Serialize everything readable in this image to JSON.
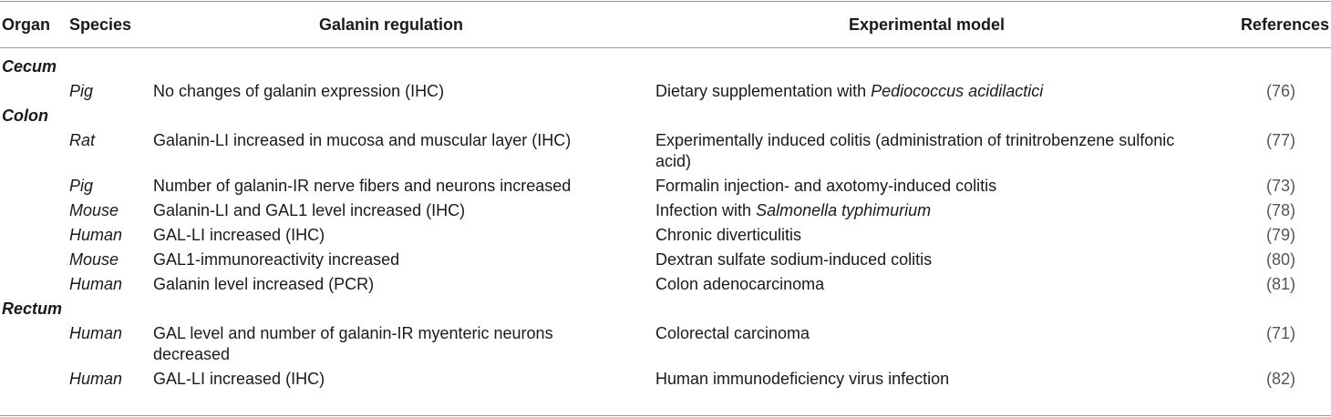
{
  "headers": {
    "organ": "Organ",
    "species": "Species",
    "regulation": "Galanin regulation",
    "model": "Experimental model",
    "references": "References"
  },
  "groups": [
    {
      "organ": "Cecum",
      "rows": [
        {
          "species": "Pig",
          "regulation": [
            "No changes of galanin expression (IHC)"
          ],
          "model": [
            [
              {
                "t": "Dietary supplementation with "
              },
              {
                "t": "Pediococcus acidilactici",
                "i": true
              }
            ]
          ],
          "ref": "(76)"
        }
      ]
    },
    {
      "organ": "Colon",
      "rows": [
        {
          "species": "Rat",
          "regulation": [
            "Galanin-LI increased in mucosa and muscular layer (IHC)"
          ],
          "model": [
            [
              {
                "t": "Experimentally induced colitis (administration of trinitrobenzene sulfonic"
              }
            ],
            [
              {
                "t": "acid)"
              }
            ]
          ],
          "ref": "(77)"
        },
        {
          "species": "Pig",
          "regulation": [
            "Number of galanin-IR nerve fibers and neurons increased"
          ],
          "model": [
            [
              {
                "t": "Formalin injection- and axotomy-induced colitis"
              }
            ]
          ],
          "ref": "(73)"
        },
        {
          "species": "Mouse",
          "regulation": [
            "Galanin-LI and GAL1 level increased (IHC)"
          ],
          "model": [
            [
              {
                "t": "Infection with "
              },
              {
                "t": "Salmonella typhimurium",
                "i": true
              }
            ]
          ],
          "ref": "(78)"
        },
        {
          "species": "Human",
          "regulation": [
            "GAL-LI increased (IHC)"
          ],
          "model": [
            [
              {
                "t": "Chronic diverticulitis"
              }
            ]
          ],
          "ref": "(79)"
        },
        {
          "species": "Mouse",
          "regulation": [
            "GAL1-immunoreactivity increased"
          ],
          "model": [
            [
              {
                "t": "Dextran sulfate sodium-induced colitis"
              }
            ]
          ],
          "ref": "(80)"
        },
        {
          "species": "Human",
          "regulation": [
            "Galanin level increased (PCR)"
          ],
          "model": [
            [
              {
                "t": "Colon adenocarcinoma"
              }
            ]
          ],
          "ref": "(81)"
        }
      ]
    },
    {
      "organ": "Rectum",
      "rows": [
        {
          "species": "Human",
          "regulation": [
            "GAL level and number of galanin-IR myenteric neurons",
            "decreased"
          ],
          "model": [
            [
              {
                "t": "Colorectal carcinoma"
              }
            ]
          ],
          "ref": "(71)"
        },
        {
          "species": "Human",
          "regulation": [
            "GAL-LI increased (IHC)"
          ],
          "model": [
            [
              {
                "t": "Human immunodeficiency virus infection"
              }
            ]
          ],
          "ref": "(82)"
        }
      ]
    }
  ]
}
